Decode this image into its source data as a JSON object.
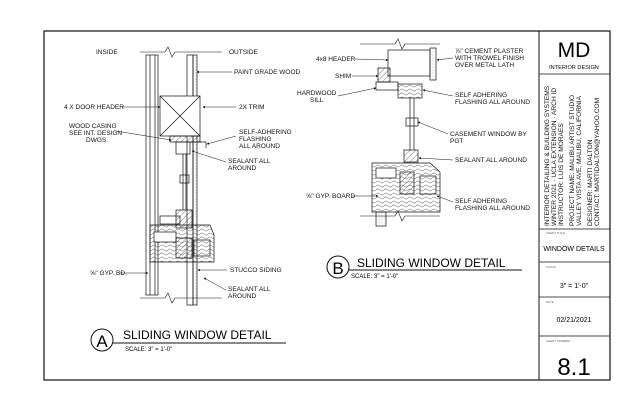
{
  "title_block": {
    "logo": "MD",
    "firm": "INTERIOR DESIGN",
    "course_lines": [
      "INTERIOR DETAILING & BUILDING SYSTEMS",
      "WINTER 2021 · UCLA EXTENSION · ARCH ID",
      "INSTRUCTOR: LUIS DE MORAES"
    ],
    "project_lines": [
      "PROJECT NAME: MALIBU ARTIST STUDIO",
      "VALLEY VISTA AVE, MALIBU, CALIFORNIA"
    ],
    "designer_lines": [
      "DESIGNER: MARTI DALTON",
      "CONTACT: MARTIDALTON@YAHOO.COM"
    ],
    "sheet_title_label": "SHEET TITLE",
    "sheet_title": "WINDOW DETAILS",
    "scale_label": "SCALE",
    "scale": "3\" = 1'-0\"",
    "date_label": "DATE",
    "date": "02/21/2021",
    "sheet_number_label": "SHEET NUMBER",
    "sheet_number": "8.1"
  },
  "detail_a": {
    "letter": "A",
    "title": "SLIDING WINDOW  DETAIL",
    "scale": "SCALE:  3\" = 1'-0\"",
    "labels": {
      "inside": "INSIDE",
      "outside": "OUTSIDE",
      "paint_grade_wood": "PAINT GRADE WOOD",
      "door_header": "4 X DOOR HEADER",
      "trim": "2X TRIM",
      "wood_casing_1": "WOOD CASING",
      "wood_casing_2": "SEE INT. DESIGN",
      "wood_casing_3": "DWGS.",
      "self_adhering_1": "SELF-ADHERING",
      "self_adhering_2": "FLASHING",
      "self_adhering_3": "ALL AROUND",
      "sealant_1": "SEALANT ALL",
      "sealant_2": "AROUND",
      "gyp_bd": "⅝\" GYP. BD.",
      "stucco_siding": "STUCCO SIDING",
      "sealant_b_1": "SEALANT ALL",
      "sealant_b_2": "AROUND"
    }
  },
  "detail_b": {
    "letter": "B",
    "title": "SLIDING WINDOW  DETAIL",
    "scale": "SCALE:  3\" = 1'-0\"",
    "labels": {
      "header": "4x8 HEADER",
      "shim": "SHIM",
      "hardwood_1": "HARDWOOD",
      "hardwood_2": "SILL",
      "cement_1": "⅞\" CEMENT PLASTER",
      "cement_2": "WITH TROWEL FINISH",
      "cement_3": "OVER METAL LATH",
      "self_adhering_1": "SELF ADHERING",
      "self_adhering_2": "FLASHING ALL AROUND",
      "casement_1": "CASEMENT WINDOW BY",
      "casement_2": "PGT",
      "sealant": "SEALANT ALL AROUND",
      "gyp_board": "⅝\" GYP. BOARD",
      "self_adhering_b_1": "SELF ADHERING",
      "self_adhering_b_2": "FLASHING ALL AROUND"
    }
  }
}
